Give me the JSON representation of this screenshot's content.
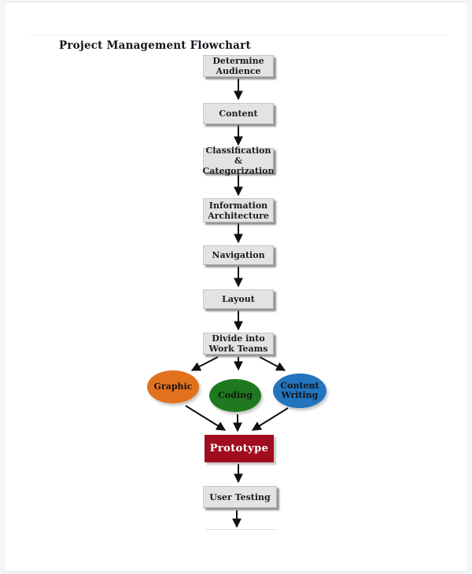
{
  "page": {
    "title": "Project Management Flowchart"
  },
  "colors": {
    "process_fill": "#e4e3e1",
    "graphic_fill": "#e2711e",
    "coding_fill": "#1f7a1f",
    "content_writing_fill": "#2274be",
    "prototype_fill": "#a00d20",
    "prototype_text": "#ffffff"
  },
  "flow": {
    "steps": [
      {
        "label": "Determine\nAudience"
      },
      {
        "label": "Content"
      },
      {
        "label": "Classification &\nCategorization"
      },
      {
        "label": "Information\nArchitecture"
      },
      {
        "label": "Navigation"
      },
      {
        "label": "Layout"
      },
      {
        "label": "Divide into\nWork Teams"
      }
    ],
    "teams": [
      {
        "label": "Graphic"
      },
      {
        "label": "Coding"
      },
      {
        "label": "Content\nWriting"
      }
    ],
    "prototype": {
      "label": "Prototype"
    },
    "user_testing": {
      "label": "User Testing"
    }
  }
}
